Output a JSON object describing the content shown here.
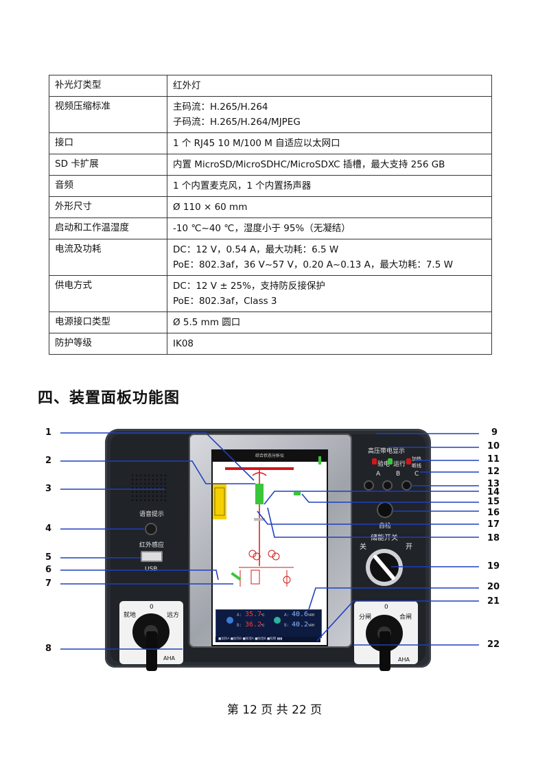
{
  "spec_table": {
    "rows": [
      {
        "key": "补光灯类型",
        "values": [
          "红外灯"
        ]
      },
      {
        "key": "视频压缩标准",
        "values": [
          "主码流：H.265/H.264",
          "子码流：H.265/H.264/MJPEG"
        ]
      },
      {
        "key": "接口",
        "values": [
          "1 个 RJ45 10 M/100 M 自适应以太网口"
        ]
      },
      {
        "key": "SD 卡扩展",
        "values": [
          "内置 MicroSD/MicroSDHC/MicroSDXC 插槽，最大支持 256 GB"
        ]
      },
      {
        "key": "音频",
        "values": [
          "1 个内置麦克风，1 个内置扬声器"
        ]
      },
      {
        "key": "外形尺寸",
        "values": [
          "Ø 110 × 60 mm"
        ]
      },
      {
        "key": "启动和工作温湿度",
        "values": [
          "-10 ℃~40 ℃，湿度小于 95%（无凝结）"
        ]
      },
      {
        "key": "电流及功耗",
        "values": [
          "DC：12 V，0.54 A，最大功耗：6.5 W",
          "PoE：802.3af，36 V~57 V，0.20 A~0.13 A，最大功耗：7.5 W"
        ]
      },
      {
        "key": "供电方式",
        "values": [
          "DC：12 V ± 25%，支持防反接保护",
          "PoE：802.3af，Class 3"
        ]
      },
      {
        "key": "电源接口类型",
        "values": [
          "Ø 5.5 mm 圆口"
        ]
      },
      {
        "key": "防护等级",
        "values": [
          "IK08"
        ]
      }
    ]
  },
  "section_heading": "四、装置面板功能图",
  "device": {
    "screen_title": "综合状态分析仪",
    "speaker_label": "语音提示",
    "ir_label": "红外感应",
    "usb_label": "USB",
    "left_knob": {
      "left": "就地",
      "right": "远方",
      "top": "0",
      "brand": "AHA"
    },
    "right_knob": {
      "left": "分闸",
      "right": "合闸",
      "top": "0",
      "brand": "AHA"
    },
    "indicator_title": "高压带电显示",
    "indicator_labels": [
      "验电",
      "运行",
      "加热",
      "断线"
    ],
    "phase_labels": [
      "A",
      "B",
      "C"
    ],
    "lock_label": "自检",
    "energy_switch_label": "储能开关",
    "energy_off": "关",
    "energy_on": "开",
    "readings": {
      "temp_a": "35.7",
      "temp_b": "36.2",
      "temp_unit": "℃",
      "hum_a": "40.6",
      "hum_b": "40.2",
      "hum_unit": "%RH",
      "a_prefix": "A:",
      "b_prefix": "B:"
    },
    "status_bar": "■加热A  ■加热B  ■除湿A  ■除湿B  ■照明  ▮▮▮"
  },
  "callouts": [
    "1",
    "2",
    "3",
    "4",
    "5",
    "6",
    "7",
    "8",
    "9",
    "10",
    "11",
    "12",
    "13",
    "14",
    "15",
    "16",
    "17",
    "18",
    "19",
    "20",
    "21",
    "22"
  ],
  "footer": "第 12 页 共 22 页",
  "colors": {
    "panel": "#2a2d33",
    "leader": "#1e3fbf",
    "busbar": "#d01818",
    "breaker_green": "#3ac63a",
    "display_blue": "#0d1b40"
  }
}
